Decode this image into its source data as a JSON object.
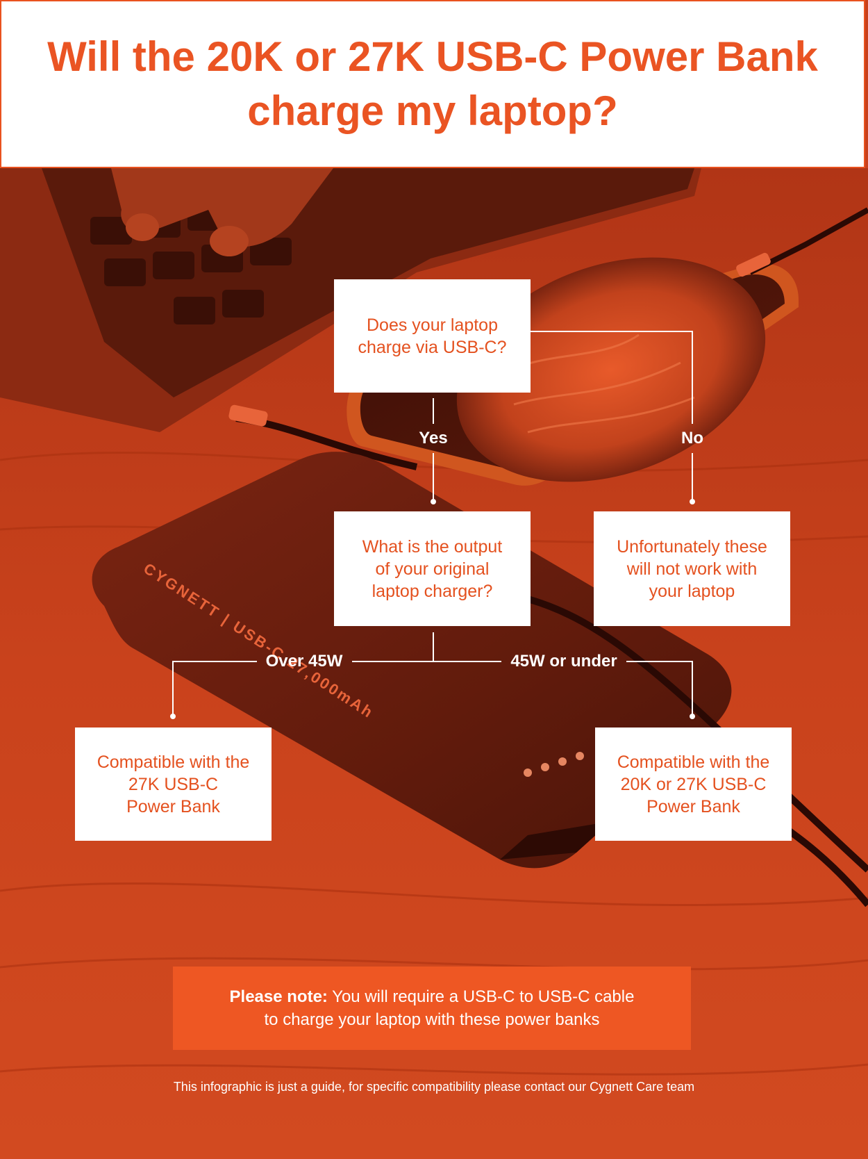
{
  "title": "Will the 20K or 27K USB-C Power Bank charge my laptop?",
  "photo": {
    "brand_print": "CYGNETT | USB-C 27,000mAh"
  },
  "flowchart": {
    "q1": {
      "line1": "Does your laptop",
      "line2": "charge via USB-C?"
    },
    "q1_yes_label": "Yes",
    "q1_no_label": "No",
    "q2": {
      "line1": "What is the output",
      "line2": "of your original",
      "line3": "laptop charger?"
    },
    "no_result": {
      "line1": "Unfortunately these",
      "line2": "will not work with",
      "line3": "your laptop"
    },
    "over_label": "Over 45W",
    "under_label": "45W or under",
    "result_over": {
      "line1": "Compatible with the",
      "line2": "27K USB-C",
      "line3": "Power Bank"
    },
    "result_under": {
      "line1": "Compatible with the",
      "line2": "20K or 27K USB-C",
      "line3": "Power Bank"
    }
  },
  "note": {
    "bold": "Please note:",
    "text_line1": "You will require a USB-C to USB-C cable",
    "text_line2": "to charge your laptop with these power banks"
  },
  "footer": "This infographic is just a guide, for specific compatibility please contact our Cygnett Care team",
  "colors": {
    "accent": "#ea5423",
    "background": "#c8401c",
    "white": "#ffffff"
  }
}
